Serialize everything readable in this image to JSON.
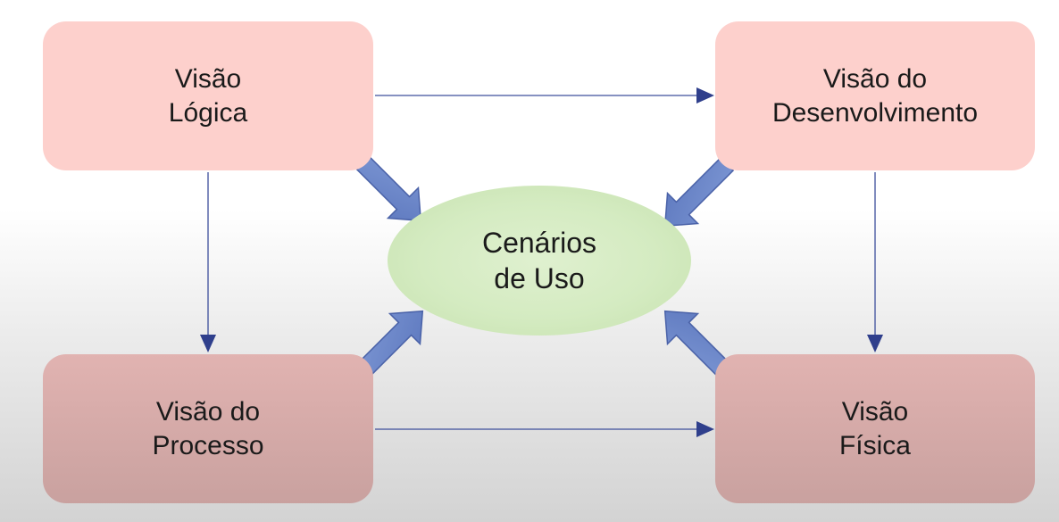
{
  "diagram": {
    "nodes": {
      "logica": {
        "line1": "Visão",
        "line2": "Lógica"
      },
      "desenvolvimento": {
        "line1": "Visão do",
        "line2": "Desenvolvimento"
      },
      "processo": {
        "line1": "Visão do",
        "line2": "Processo"
      },
      "fisica": {
        "line1": "Visão",
        "line2": "Física"
      },
      "cenarios": {
        "line1": "Cenários",
        "line2": "de Uso"
      }
    },
    "edges": [
      {
        "from": "logica",
        "to": "desenvolvimento",
        "style": "thin"
      },
      {
        "from": "logica",
        "to": "processo",
        "style": "thin"
      },
      {
        "from": "desenvolvimento",
        "to": "fisica",
        "style": "thin"
      },
      {
        "from": "processo",
        "to": "fisica",
        "style": "thin"
      },
      {
        "from": "logica",
        "to": "cenarios",
        "style": "block"
      },
      {
        "from": "desenvolvimento",
        "to": "cenarios",
        "style": "block"
      },
      {
        "from": "processo",
        "to": "cenarios",
        "style": "block"
      },
      {
        "from": "fisica",
        "to": "cenarios",
        "style": "block"
      }
    ],
    "colors": {
      "top_box": "#fdd0cc",
      "bottom_box": "#d4aaa8",
      "center": "#d4ebc1",
      "arrow_line": "#3d4f9c",
      "block_arrow_fill": "#6b86c7",
      "block_arrow_stroke": "#4a62a8"
    }
  }
}
